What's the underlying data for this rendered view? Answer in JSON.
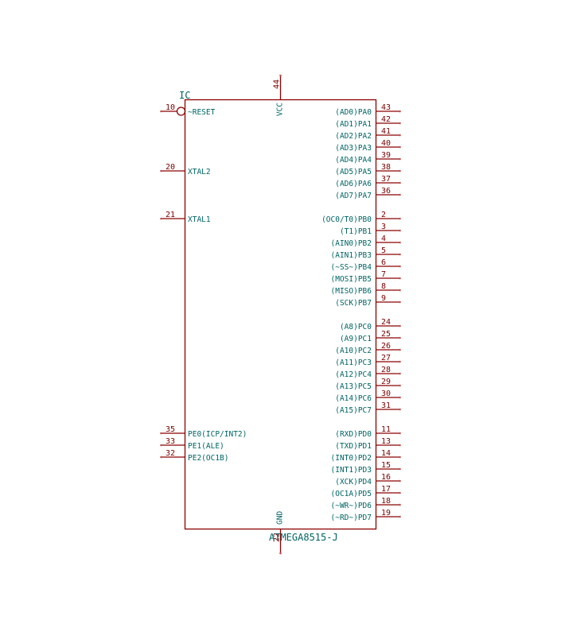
{
  "component": {
    "reference": "IC",
    "value": "ATMEGA8515-J"
  },
  "colors": {
    "body": "#8b0000",
    "text": "#006464",
    "pin_number": "#7a0000",
    "background": "#ffffff"
  },
  "pins": {
    "left": [
      {
        "num": "10",
        "name": "~RESET",
        "inverted": true
      },
      {
        "num": "20",
        "name": "XTAL2"
      },
      {
        "num": "21",
        "name": "XTAL1"
      },
      {
        "num": "35",
        "name": "PE0(ICP/INT2)"
      },
      {
        "num": "33",
        "name": "PE1(ALE)"
      },
      {
        "num": "32",
        "name": "PE2(OC1B)"
      }
    ],
    "right": [
      {
        "num": "43",
        "name": "(AD0)PA0"
      },
      {
        "num": "42",
        "name": "(AD1)PA1"
      },
      {
        "num": "41",
        "name": "(AD2)PA2"
      },
      {
        "num": "40",
        "name": "(AD3)PA3"
      },
      {
        "num": "39",
        "name": "(AD4)PA4"
      },
      {
        "num": "38",
        "name": "(AD5)PA5"
      },
      {
        "num": "37",
        "name": "(AD6)PA6"
      },
      {
        "num": "36",
        "name": "(AD7)PA7"
      },
      {
        "num": "2",
        "name": "(OC0/T0)PB0"
      },
      {
        "num": "3",
        "name": "(T1)PB1"
      },
      {
        "num": "4",
        "name": "(AIN0)PB2"
      },
      {
        "num": "5",
        "name": "(AIN1)PB3"
      },
      {
        "num": "6",
        "name": "(~SS~)PB4"
      },
      {
        "num": "7",
        "name": "(MOSI)PB5"
      },
      {
        "num": "8",
        "name": "(MISO)PB6"
      },
      {
        "num": "9",
        "name": "(SCK)PB7"
      },
      {
        "num": "24",
        "name": "(A8)PC0"
      },
      {
        "num": "25",
        "name": "(A9)PC1"
      },
      {
        "num": "26",
        "name": "(A10)PC2"
      },
      {
        "num": "27",
        "name": "(A11)PC3"
      },
      {
        "num": "28",
        "name": "(A12)PC4"
      },
      {
        "num": "29",
        "name": "(A13)PC5"
      },
      {
        "num": "30",
        "name": "(A14)PC6"
      },
      {
        "num": "31",
        "name": "(A15)PC7"
      },
      {
        "num": "11",
        "name": "(RXD)PD0"
      },
      {
        "num": "13",
        "name": "(TXD)PD1"
      },
      {
        "num": "14",
        "name": "(INT0)PD2"
      },
      {
        "num": "15",
        "name": "(INT1)PD3"
      },
      {
        "num": "16",
        "name": "(XCK)PD4"
      },
      {
        "num": "17",
        "name": "(OC1A)PD5"
      },
      {
        "num": "18",
        "name": "(~WR~)PD6"
      },
      {
        "num": "19",
        "name": "(~RD~)PD7"
      }
    ],
    "top": [
      {
        "num": "44",
        "name": "VCC"
      }
    ],
    "bottom": [
      {
        "num": "22",
        "name": "GND"
      }
    ]
  }
}
